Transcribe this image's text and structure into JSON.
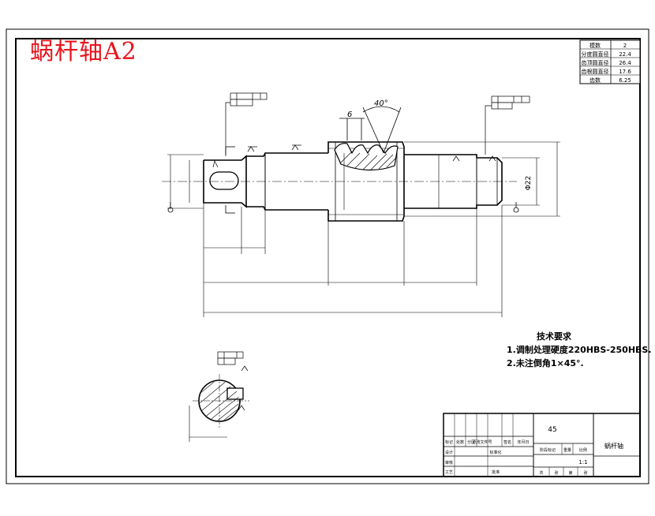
{
  "title": "蜗杆轴A2",
  "gear_params": {
    "rows": [
      {
        "label": "模数",
        "value": "2"
      },
      {
        "label": "分度圆直径",
        "value": "22.4"
      },
      {
        "label": "齿顶圆直径",
        "value": "26.4"
      },
      {
        "label": "齿根圆直径",
        "value": "17.6"
      },
      {
        "label": "齿数",
        "value": "6.25"
      }
    ]
  },
  "annotations": {
    "angle": "40°",
    "pitch": "6",
    "diam_right": "Φ22"
  },
  "technical_requirements": {
    "heading": "技术要求",
    "items": [
      "1.调制处理硬度220HBS-250HBS.",
      "2.未注倒角1×45°."
    ]
  },
  "title_block": {
    "material": "45",
    "part_name": "蜗杆轴",
    "scale": "1:1",
    "labels": {
      "mark": "标记",
      "count": "处数",
      "zone": "分区",
      "doc_no": "更改文件号",
      "sign": "签名",
      "date": "年月日",
      "design": "设计",
      "std": "标准化",
      "stage_mark": "阶段标记",
      "weight": "重量",
      "ratio": "比例",
      "review": "审核",
      "process": "工艺",
      "approve": "批准",
      "total": "共",
      "sheets": "张",
      "page": "第",
      "sheet": "张"
    }
  }
}
